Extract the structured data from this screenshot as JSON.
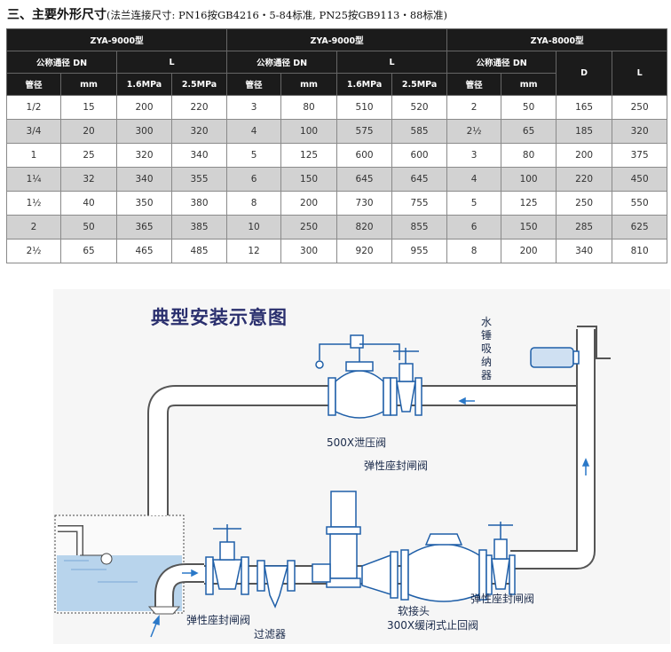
{
  "heading": {
    "title": "三、主要外形尺寸",
    "note": "(法兰连接尺寸: PN16按GB4216・5-84标准, PN25按GB9113・88标准)"
  },
  "table": {
    "groups": [
      "ZYA-9000型",
      "ZYA-9000型",
      "ZYA-8000型"
    ],
    "sub": {
      "dn": "公称通径 DN",
      "L": "L",
      "D": "D"
    },
    "cols": {
      "gj": "管径",
      "mm": "mm",
      "p16": "1.6MPa",
      "p25": "2.5MPa"
    },
    "rows": [
      [
        "1/2",
        "15",
        "200",
        "220",
        "3",
        "80",
        "510",
        "520",
        "2",
        "50",
        "165",
        "250"
      ],
      [
        "3/4",
        "20",
        "300",
        "320",
        "4",
        "100",
        "575",
        "585",
        "2½",
        "65",
        "185",
        "320"
      ],
      [
        "1",
        "25",
        "320",
        "340",
        "5",
        "125",
        "600",
        "600",
        "3",
        "80",
        "200",
        "375"
      ],
      [
        "1¼",
        "32",
        "340",
        "355",
        "6",
        "150",
        "645",
        "645",
        "4",
        "100",
        "220",
        "450"
      ],
      [
        "1½",
        "40",
        "350",
        "380",
        "8",
        "200",
        "730",
        "755",
        "5",
        "125",
        "250",
        "550"
      ],
      [
        "2",
        "50",
        "365",
        "385",
        "10",
        "250",
        "820",
        "855",
        "6",
        "150",
        "285",
        "625"
      ],
      [
        "2½",
        "65",
        "465",
        "485",
        "12",
        "300",
        "920",
        "955",
        "8",
        "200",
        "340",
        "810"
      ]
    ]
  },
  "diagram": {
    "title": "典型安装示意图",
    "labels": {
      "water_hammer": "水锤吸纳器",
      "relief_valve": "500X泄压阀",
      "gate_valve_top": "弹性座封闸阀",
      "gate_valve_right": "弹性座封闸阀",
      "gate_valve_left": "弹性座封闸阀",
      "filter": "过滤器",
      "soft_joint": "软接头",
      "check_valve": "300X缓闭式止回阀"
    },
    "colors": {
      "pipe_fill": "#ffffff",
      "pipe_stroke": "#555555",
      "valve": "#1f5fa8",
      "water": "#b8d4ec",
      "arrow": "#2a78c8"
    }
  }
}
